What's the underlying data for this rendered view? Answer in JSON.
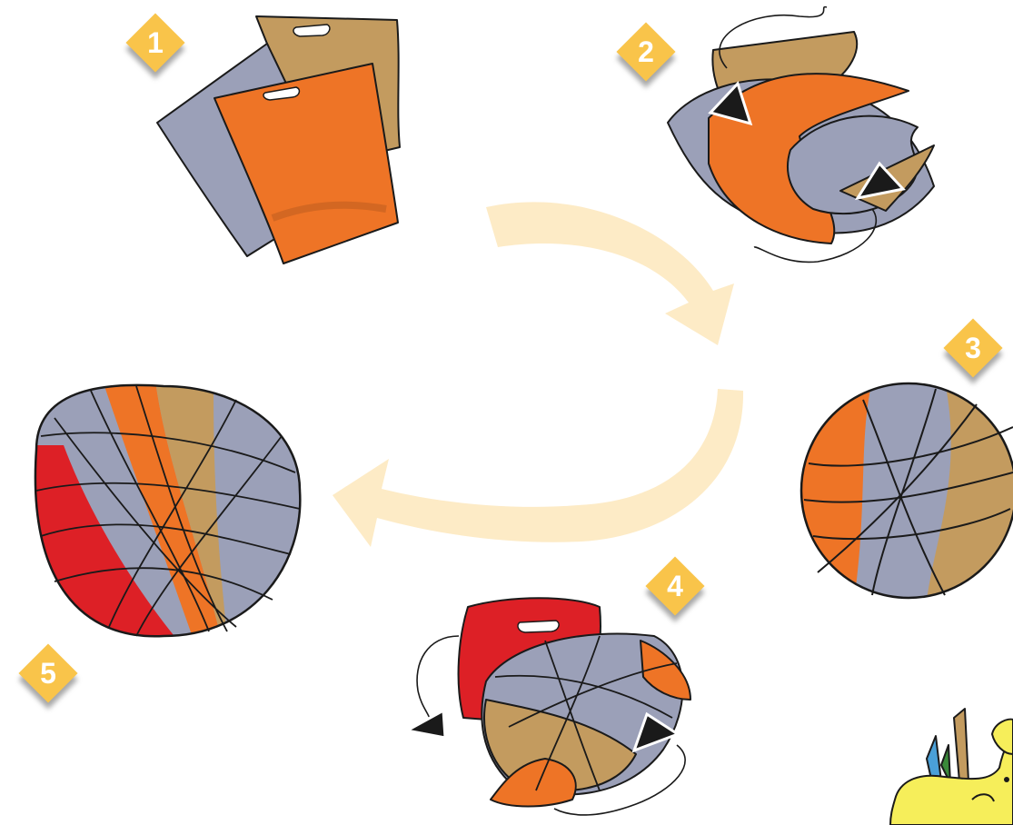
{
  "steps": [
    {
      "number": "1"
    },
    {
      "number": "2"
    },
    {
      "number": "3"
    },
    {
      "number": "4"
    },
    {
      "number": "5"
    }
  ],
  "colors": {
    "badge": "#f9c44a",
    "arrow": "#fdebc6",
    "orange_bag": "#ee7426",
    "tan_bag": "#c39b5f",
    "grey_bag": "#9ba0b8",
    "red_bag": "#dd2026",
    "outline": "#1a1a1a",
    "kettle": "#f6ee5a"
  },
  "icons": [
    "flat-bags",
    "crumpled-bags",
    "ball-three-colors",
    "wrapping-ball",
    "finished-ball",
    "kettle-mascot",
    "direction-arrow"
  ]
}
